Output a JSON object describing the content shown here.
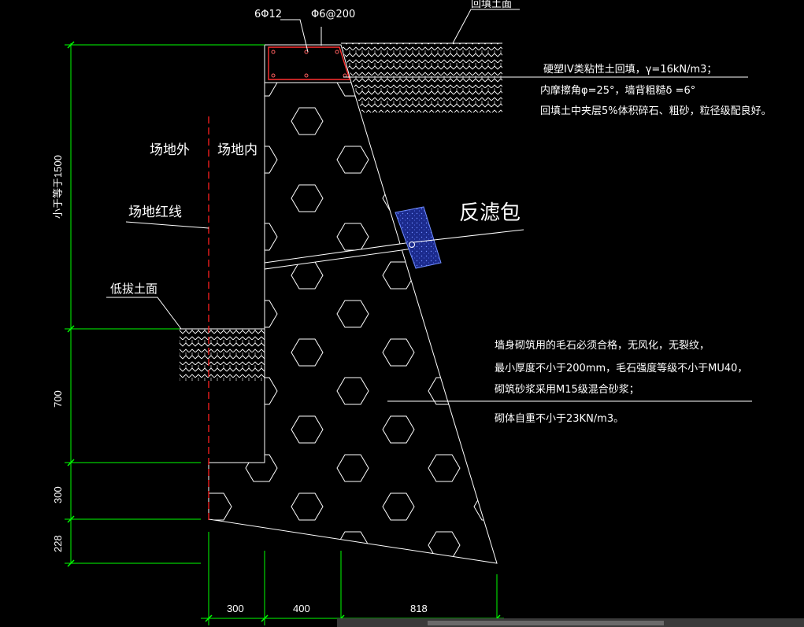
{
  "labels": {
    "rebar_main": "6Φ12",
    "rebar_stirrup": "Φ6@200",
    "ground_top": "回填土面",
    "site_outside": "场地外",
    "site_inside": "场地内",
    "red_line": "场地红线",
    "low_ground": "低拔土面",
    "filter_bag": "反滤包",
    "height_label": "小于等于1500"
  },
  "backfill_notes": [
    "硬塑IV类粘性土回填，γ=16kN/m3；",
    "内摩擦角φ=25°，墙背粗糙δ =6°",
    "回填土中夹层5%体积碎石、粗砂，粒径级配良好。"
  ],
  "wall_notes": [
    "墙身砌筑用的毛石必须合格，无风化，无裂纹，",
    "最小厚度不小于200mm，毛石强度等级不小于MU40，",
    "砌筑砂浆采用M15级混合砂浆；",
    "砌体自重不小于23KN/m3。"
  ],
  "dimensions": {
    "vertical": [
      "700",
      "300",
      "228"
    ],
    "horizontal": [
      "300",
      "400",
      "818"
    ]
  },
  "colors": {
    "background": "#000000",
    "line": "#ffffff",
    "dimension": "#00ff00",
    "red_line": "#ff2020",
    "filter_bag": "#1b2a8c"
  }
}
